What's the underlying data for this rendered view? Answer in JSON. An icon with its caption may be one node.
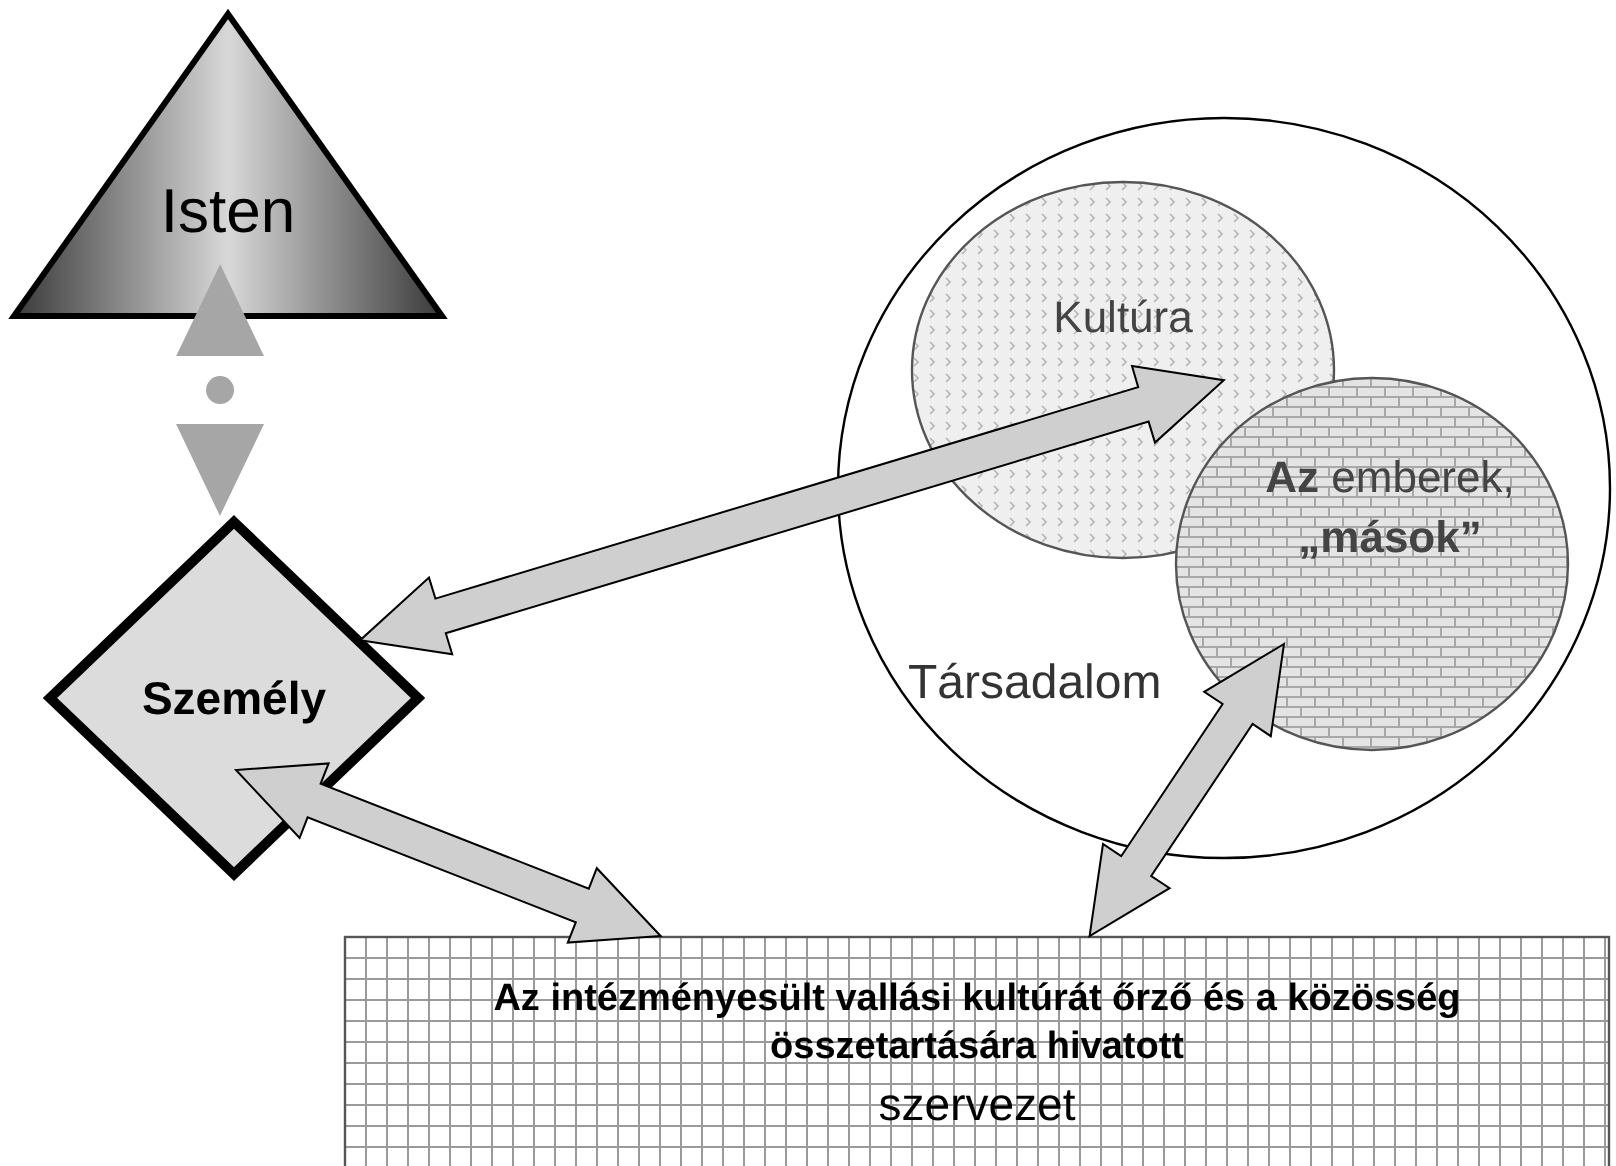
{
  "diagram": {
    "nodes": [
      {
        "text": [
          "Isten"
        ]
      },
      {
        "text": [
          "Személy"
        ]
      },
      {
        "text": [
          "Társadalom"
        ]
      },
      {
        "text": [
          "Kultúra"
        ],
        "in": 2
      },
      {
        "text": [
          "**Az** emberek, **„mások”**"
        ],
        "in": 2
      },
      {
        "text": [
          "Az intézményesült vallási kultúrát őrző és a közösség összetartására hivatott",
          "szervezet"
        ]
      }
    ],
    "edges": [
      {
        "from": 0,
        "to": 1,
        "arrow": "both",
        "style": "dashed",
        "color": "#a6a6a6"
      },
      {
        "from": 1,
        "to": 4,
        "arrow": "both",
        "style": "thick"
      },
      {
        "from": 1,
        "to": 5,
        "arrow": "both",
        "style": "thick"
      },
      {
        "from": 4,
        "to": 5,
        "arrow": "both",
        "style": "thick"
      }
    ]
  }
}
